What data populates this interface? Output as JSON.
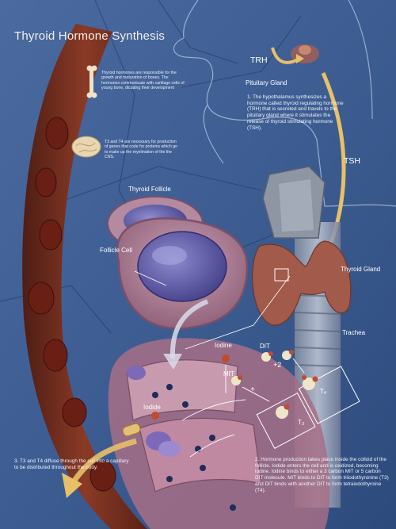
{
  "title": "Thyroid Hormone Synthesis",
  "labels": {
    "trh": "TRH",
    "pituitary_gland": "Pituitary Gland",
    "tsh": "TSH",
    "thyroid_follicle": "Thyroid Follicle",
    "follicle_cell": "Follicle Cell",
    "thyroid_gland": "Thyroid Gland",
    "trachea": "Trachea",
    "iodine": "Iodine",
    "iodide": "Iodide",
    "dit": "DIT",
    "mit": "MIT",
    "plus_two": "+2",
    "plus": "+",
    "t4": "T",
    "t4_sub": "4",
    "t3": "T",
    "t3_sub": "3"
  },
  "notes": {
    "bone": "Thyroid hormones are responsible for the growth and maturation of bones. The hormones communicate with cartilage cells of young bone, dictating their development",
    "brain": "T3 and T4 are necessary for production of genes that code for proteins which go to make up the myelination of the the CNS.",
    "step1": "1. The hypothalamus synthesizes a hormone called thyroid regulating hormone (TRH) that is secreted and travels to the pituitary gland where it stimulates the release of thyroid stimulating hormone (TSH).",
    "step2": "2. Hormone production takes place inside the colloid of the follicle. Iodide enters the cell and is oxidized, becoming iodine. Iodine binds to either a 3 carbon MIT or 5 carbon DIT molecule.  MIT binds to DIT to form triiodothyronine (T3) and DIT binds with another DIT to form tetraiodothyroine (T4).",
    "step3": "3. T3 and T4 diffuse through the cell into a capillary to be distributed throughout the body."
  },
  "icons": [
    "bone-icon",
    "brain-icon",
    "head-silhouette",
    "thyroid-gland",
    "blood-vessel",
    "follicle",
    "arrow"
  ],
  "colors": {
    "background": "#3e5f93",
    "vessel": "#7a3322",
    "tissue": "#b07a8c",
    "colloid": "#6a69b0",
    "arrow": "#e8c067"
  }
}
